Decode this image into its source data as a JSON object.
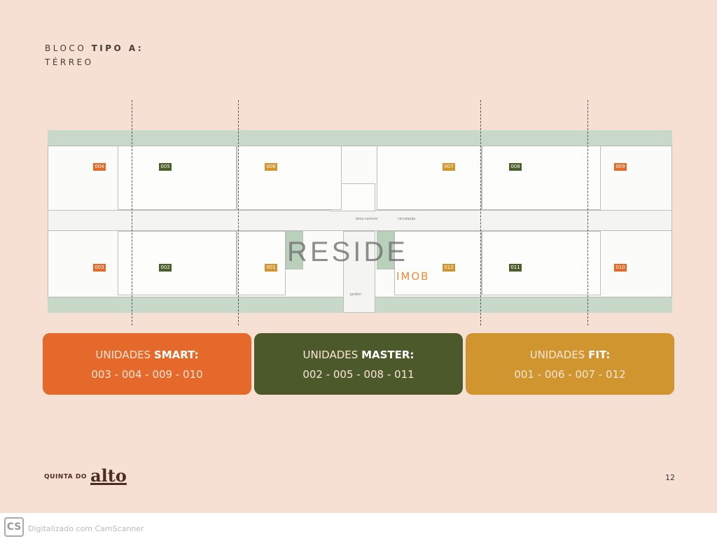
{
  "header": {
    "title_prefix": "BLOCO",
    "title_bold": "TIPO A:",
    "subtitle": "TÉRREO"
  },
  "plan": {
    "labels": {
      "circulation": "circulação",
      "common": "área comum",
      "garden": "jardim"
    },
    "units_top": [
      {
        "id": "004",
        "color": "#e56a2a"
      },
      {
        "id": "005",
        "color": "#4c5e2a"
      },
      {
        "id": "006",
        "color": "#d2952f"
      },
      {
        "id": "007",
        "color": "#d2952f"
      },
      {
        "id": "008",
        "color": "#4c5e2a"
      },
      {
        "id": "009",
        "color": "#e56a2a"
      }
    ],
    "units_bottom": [
      {
        "id": "003",
        "color": "#e56a2a"
      },
      {
        "id": "002",
        "color": "#4c5e2a"
      },
      {
        "id": "001",
        "color": "#d2952f"
      },
      {
        "id": "012",
        "color": "#d2952f"
      },
      {
        "id": "011",
        "color": "#4c5e2a"
      },
      {
        "id": "010",
        "color": "#e56a2a"
      }
    ]
  },
  "watermark": {
    "main": "RESIDE",
    "sub": "IMOB"
  },
  "cards": [
    {
      "prefix": "UNIDADES",
      "type": "SMART:",
      "units": "003 - 004 - 009 - 010",
      "color": "#e5692a"
    },
    {
      "prefix": "UNIDADES",
      "type": "MASTER:",
      "units": "002 - 005 - 008 - 011",
      "color": "#4c5a2b"
    },
    {
      "prefix": "UNIDADES",
      "type": "FIT:",
      "units": "001 - 006 - 007 - 012",
      "color": "#d0952f"
    }
  ],
  "footer": {
    "brand_small": "QUINTA DO",
    "brand_big": "alto",
    "page": "12"
  },
  "scanner": {
    "logo": "CS",
    "text": "Digitalizado com CamScanner"
  }
}
